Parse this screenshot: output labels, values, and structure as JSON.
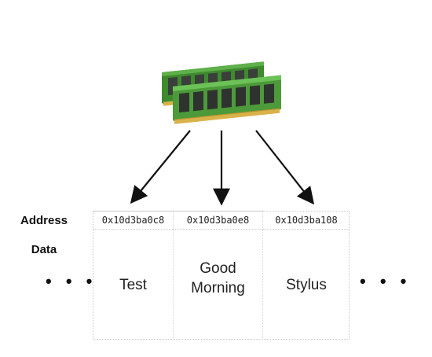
{
  "diagram": {
    "row_labels": {
      "address": "Address",
      "data": "Data"
    },
    "ellipsis": "• • •",
    "cells": [
      {
        "address": "0x10d3ba0c8",
        "data_lines": [
          "Test"
        ]
      },
      {
        "address": "0x10d3ba0e8",
        "data_lines": [
          "Good",
          "Morning"
        ]
      },
      {
        "address": "0x10d3ba108",
        "data_lines": [
          "Stylus"
        ]
      }
    ],
    "icon": "ram-memory-icon",
    "colors": {
      "ram_board": "#4c9a3a",
      "ram_board_dark": "#2f6b24",
      "ram_chip": "#3a3f3a",
      "ram_contacts": "#d9b24a",
      "arrow": "#111111",
      "grid_line": "#c8c8c8"
    }
  }
}
